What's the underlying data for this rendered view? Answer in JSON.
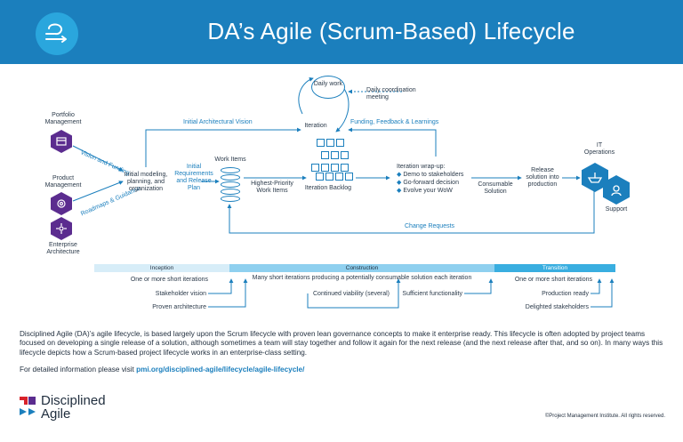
{
  "header": {
    "title": "DA’s Agile (Scrum-Based) Lifecycle",
    "icon": "lifecycle-loop-icon",
    "bg_color": "#1b7fbd"
  },
  "roles": {
    "portfolio": "Portfolio Management",
    "product": "Product Management",
    "enterprise": "Enterprise Architecture",
    "it_ops": "IT Operations",
    "support": "Support"
  },
  "flow": {
    "vision_funding": "Vision and Funding",
    "roadmaps_guidance": "Roadmaps & Guidance",
    "initial_modeling": "Initial modeling, planning, and organization",
    "initial_requirements": "Initial Requirements and Release Plan",
    "initial_arch_vision": "Initial Architectural Vision",
    "work_items": "Work Items",
    "highest_priority": "Highest-Priority Work Items",
    "daily_work": "Daily work",
    "daily_coordination": "Daily coordination meeting",
    "iteration": "Iteration",
    "iteration_backlog": "Iteration Backlog",
    "funding_feedback": "Funding, Feedback & Learnings",
    "wrapup_title": "Iteration wrap-up:",
    "wrapup_items": [
      "Demo to stakeholders",
      "Go-forward decision",
      "Evolve your WoW"
    ],
    "consumable": "Consumable Solution",
    "release": "Release solution into production",
    "change_requests": "Change Requests"
  },
  "phases": {
    "inception": {
      "name": "Inception",
      "note": "One or more short iterations",
      "milestones": [
        "Stakeholder vision",
        "Proven architecture"
      ]
    },
    "construction": {
      "name": "Construction",
      "note": "Many short iterations producing a potentially consumable solution each iteration",
      "milestones": [
        "Continued viability (several)",
        "Sufficient functionality"
      ]
    },
    "transition": {
      "name": "Transition",
      "note": "One or more short iterations",
      "milestones": [
        "Production ready",
        "Delighted stakeholders"
      ]
    }
  },
  "footer": {
    "paragraph": "Disciplined Agile (DA)’s agile lifecycle, is based largely upon the Scrum lifecycle with proven lean governance concepts to make it enterprise ready. This lifecycle is often adopted by project teams focused on developing a single release of a solution, although sometimes a team will stay together and follow it again for the next release (and the next release after that, and so on). In many ways this lifecycle depicts how a Scrum-based project lifecycle works in an enterprise-class setting.",
    "more_prefix": "For detailed information please visit ",
    "more_link": "pmi.org/disciplined-agile/lifecycle/agile-lifecycle/",
    "logo_line1": "Disciplined",
    "logo_line2": "Agile",
    "copyright": "©Project Management Institute. All rights reserved."
  },
  "colors": {
    "blue": "#1b7fbd",
    "purple": "#5b2c8f",
    "phase_light": "#d7edf8",
    "phase_mid": "#8fd0ef",
    "phase_dark": "#39aee0"
  }
}
